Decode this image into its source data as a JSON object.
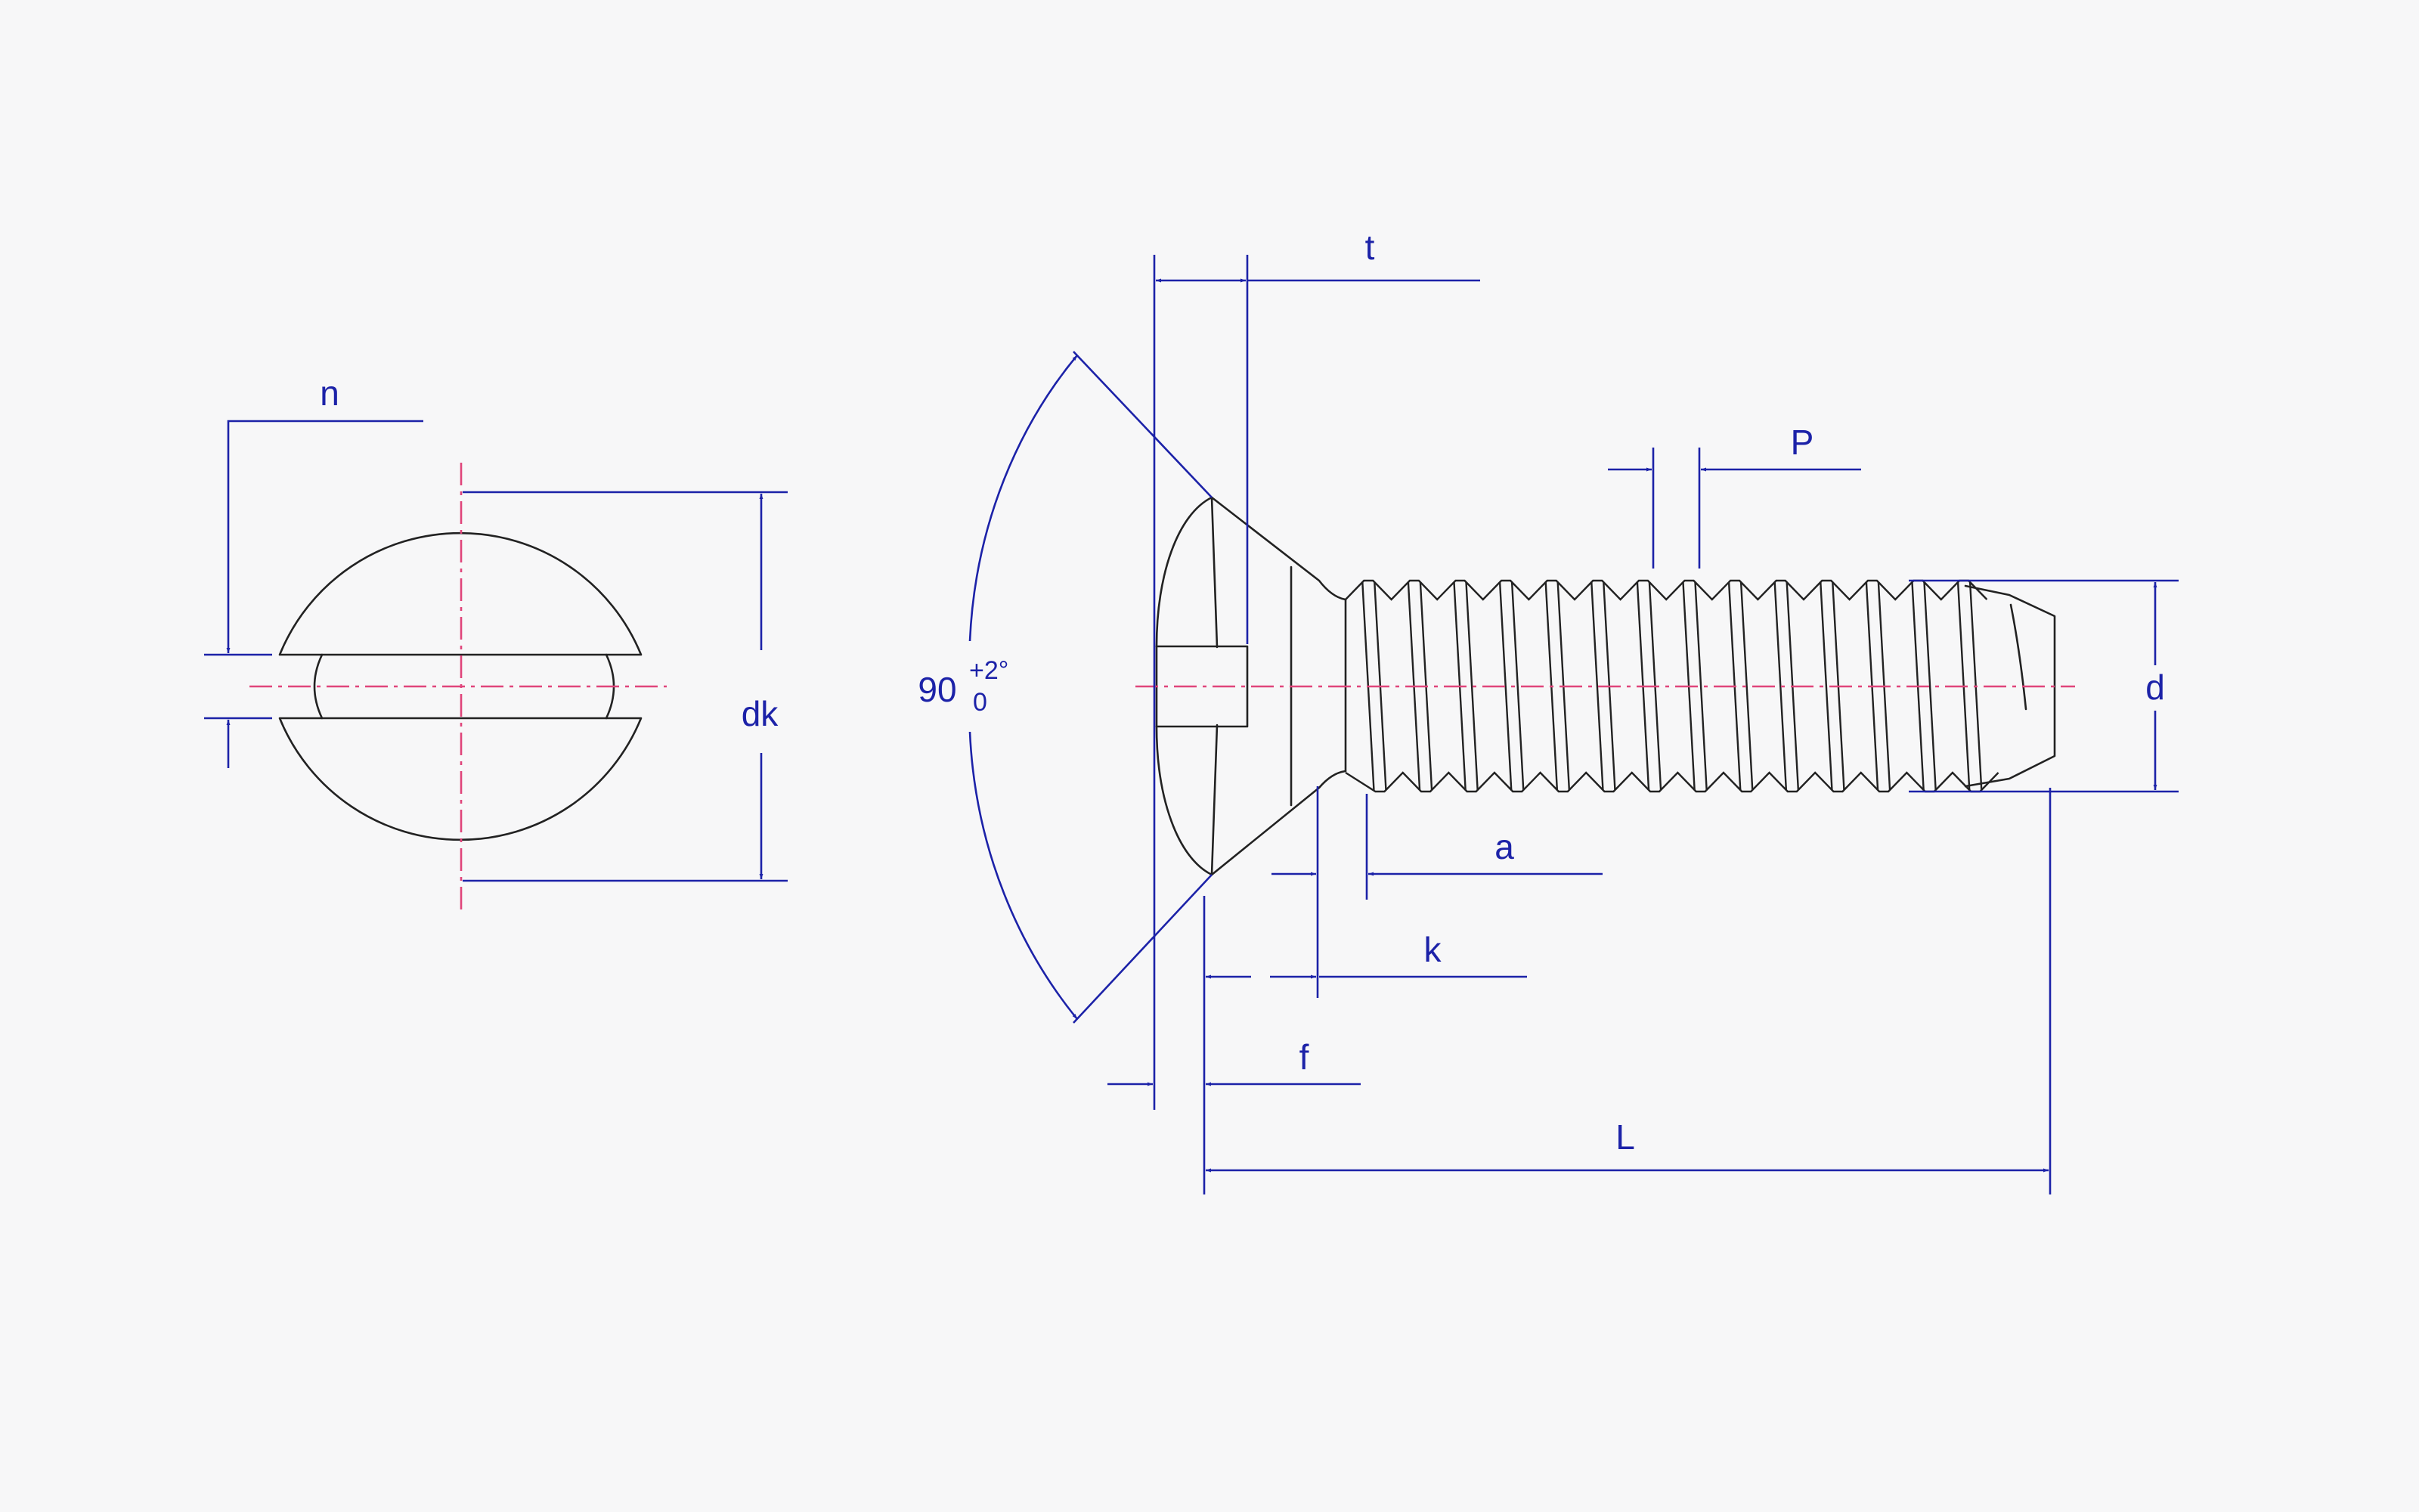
{
  "colors": {
    "background": "#f7f7f8",
    "outline": "#222222",
    "dimension": "#1c22a8",
    "centerline": "#e0457b"
  },
  "labels": {
    "n": "n",
    "dk": "dk",
    "t": "t",
    "p": "P",
    "d": "d",
    "a": "a",
    "k": "k",
    "f": "f",
    "l": "L",
    "angle_value": "90",
    "angle_tol_upper": "+2°",
    "angle_tol_lower": "0"
  }
}
